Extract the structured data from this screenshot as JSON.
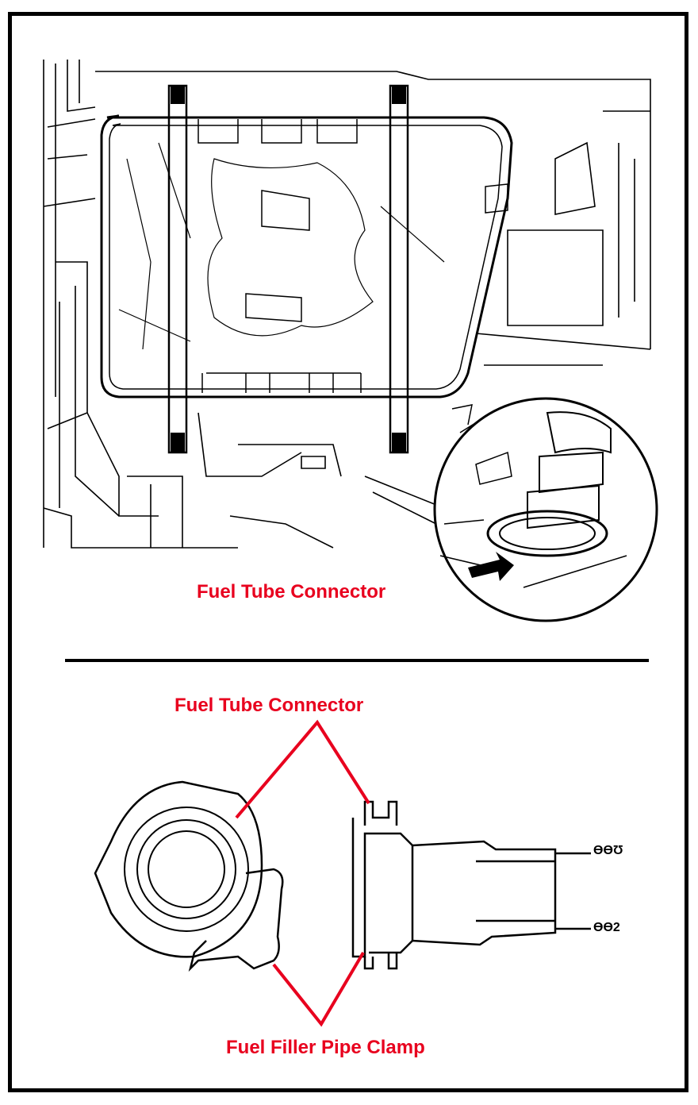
{
  "colors": {
    "label": "#e8001e",
    "line": "#e8001e",
    "ink": "#000000"
  },
  "labels": {
    "top_connector": "Fuel Tube Connector",
    "bottom_connector": "Fuel Tube Connector",
    "clamp": "Fuel Filler Pipe Clamp"
  },
  "codes": {
    "upper": "ƟƟƱ",
    "lower": "ƟƟ2"
  },
  "icons": {
    "pointer": "arrow-icon"
  }
}
